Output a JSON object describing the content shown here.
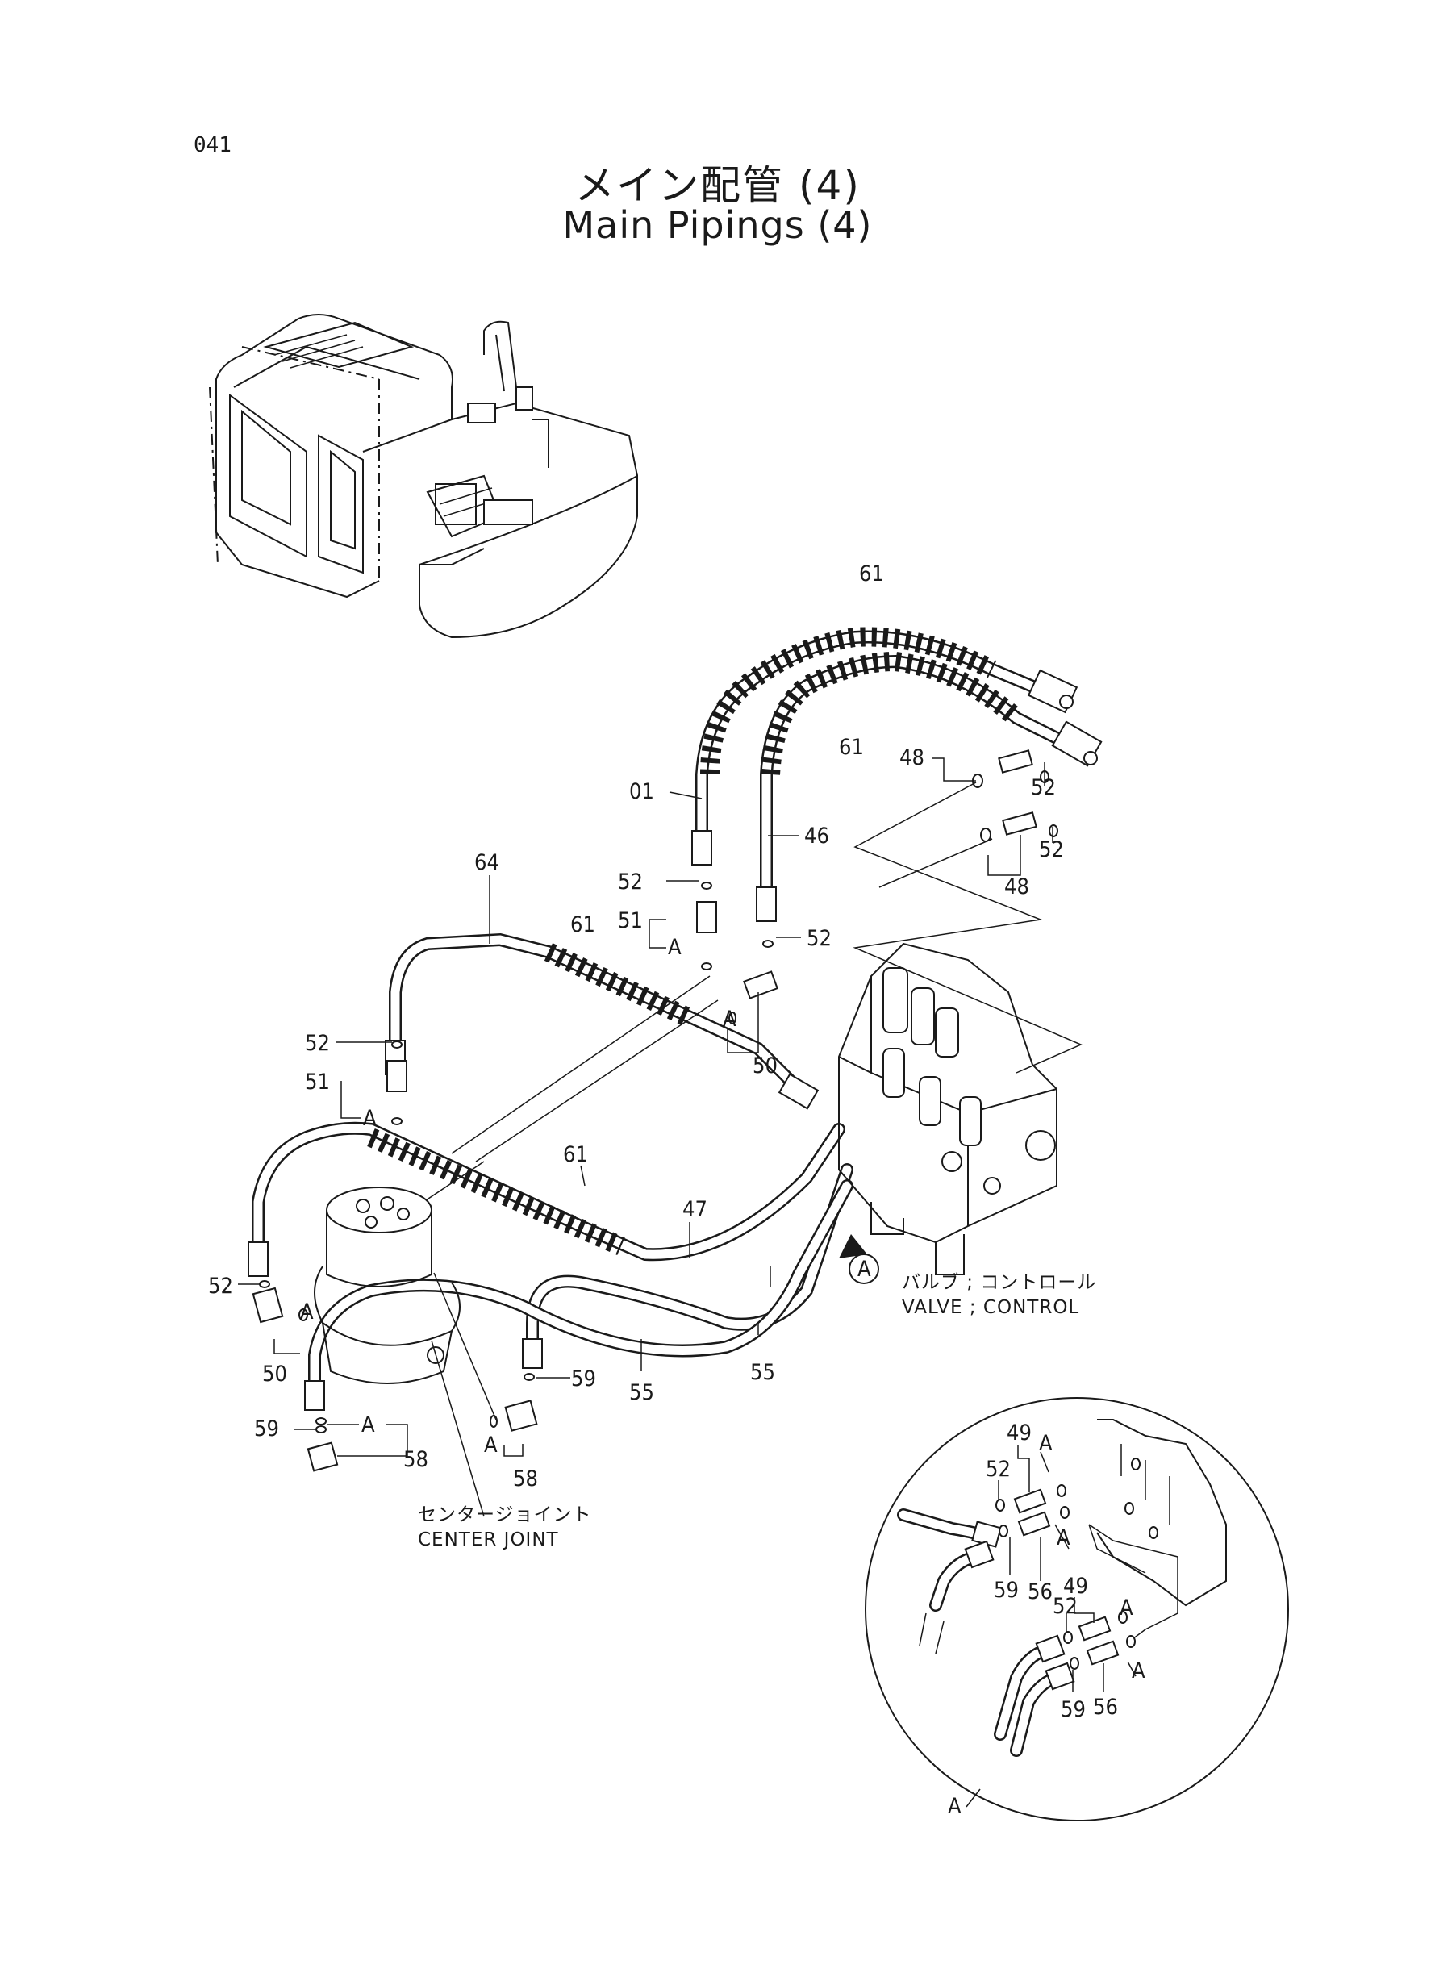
{
  "page": {
    "number": "041"
  },
  "title": {
    "ja": "メイン配管 (4)",
    "en": "Main Pipings (4)"
  },
  "callouts": [
    "61",
    "61",
    "01",
    "46",
    "48",
    "52",
    "52",
    "48",
    "64",
    "52",
    "61",
    "51",
    "A",
    "52",
    "50",
    "A",
    "52",
    "51",
    "A",
    "61",
    "47",
    "52",
    "A",
    "50",
    "59",
    "55",
    "55",
    "59",
    "A",
    "58",
    "58",
    "A",
    "A",
    "49",
    "52",
    "A",
    "A",
    "59",
    "56",
    "49",
    "52",
    "A",
    "59",
    "56",
    "A"
  ],
  "components": {
    "valve": {
      "ja": "バルブ ; コントロール",
      "en": "VALVE ; CONTROL"
    },
    "center_joint": {
      "ja": "センタージョイント",
      "en": "CENTER JOINT"
    }
  },
  "detail": {
    "view_marker": "A",
    "view_label": "A"
  }
}
